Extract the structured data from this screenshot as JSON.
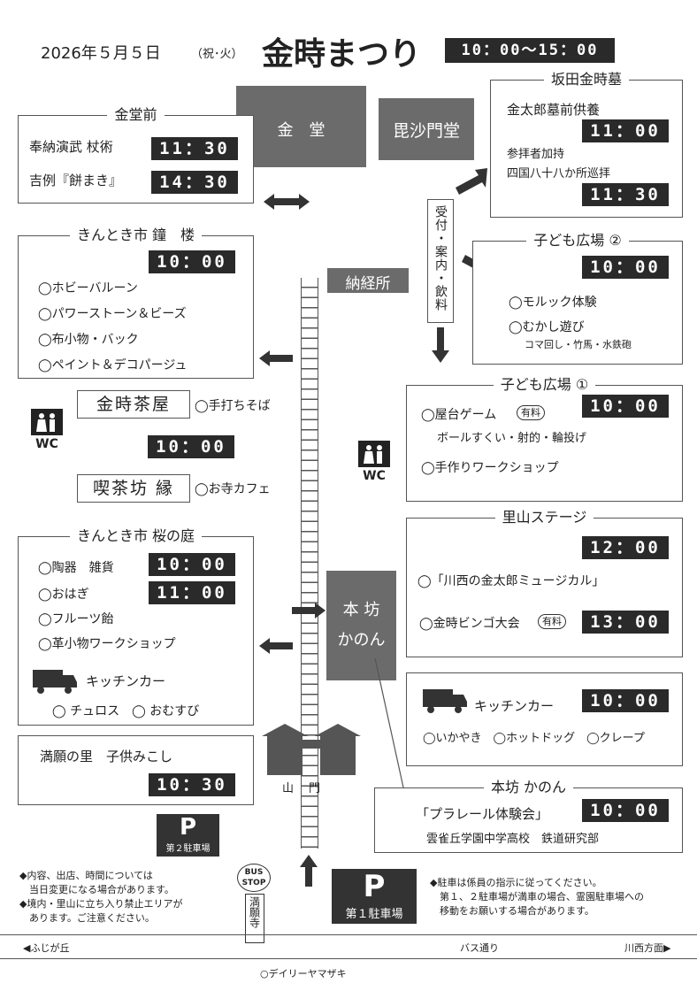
{
  "header": {
    "date": "2026年５月５日",
    "day": "（祝･火）",
    "title": "金時まつり",
    "hours": "10：00〜15：00"
  },
  "buildings": {
    "kondo": "金　堂",
    "bishamon": "毘沙門堂",
    "nokyo": "納経所",
    "honbo_l1": "本 坊",
    "honbo_l2": "かのん",
    "sanmon": "山　門",
    "reception": "受付・案内・飲料"
  },
  "kondomae": {
    "title": "金堂前",
    "rows": [
      {
        "label": "奉納演武 杖術",
        "time": "11：30"
      },
      {
        "label": "吉例『餅まき』",
        "time": "14：30"
      }
    ]
  },
  "shoro": {
    "title": "きんとき市 鐘　楼",
    "time": "10：00",
    "items": [
      "◯ホビーバルーン",
      "◯パワーストーン＆ビーズ",
      "◯布小物・バック",
      "◯ペイント＆デコパージュ"
    ]
  },
  "chaya": {
    "name": "金時茶屋",
    "note": "◯手打ちそば",
    "time": "10：00"
  },
  "kissa": {
    "name": "喫茶坊 縁",
    "note": "◯お寺カフェ"
  },
  "sakura": {
    "title": "きんとき市 桜の庭",
    "rows": [
      {
        "label": "◯陶器　雑貨",
        "time": "10：00"
      },
      {
        "label": "◯おはぎ",
        "time": "11：00"
      }
    ],
    "items": [
      "◯フルーツ飴",
      "◯革小物ワークショップ"
    ],
    "kitchen": "キッチンカー",
    "kitchen_items": "◯ チュロス　◯ おむすび"
  },
  "mikoshi": {
    "title": "満願の里　子供みこし",
    "time": "10：30"
  },
  "sakata": {
    "title": "坂田金時墓",
    "rows": [
      {
        "label": "金太郎墓前供養",
        "time": "11：00"
      }
    ],
    "line1": "参拝者加持",
    "line2": "四国八十八か所巡拝",
    "time2": "11：30"
  },
  "kodomo2": {
    "title": "子ども広場 ②",
    "time": "10：00",
    "items": [
      "◯モルック体験",
      "◯むかし遊び"
    ],
    "sub": "コマ回し・竹馬・水鉄砲"
  },
  "kodomo1": {
    "title": "子ども広場 ①",
    "time": "10：00",
    "item1": "◯屋台ゲーム",
    "badge": "有料",
    "sub": "ボールすくい・射的・輪投げ",
    "item2": "◯手作りワークショップ"
  },
  "satoyama": {
    "title": "里山ステージ",
    "time1": "12：00",
    "item1": "◯「川西の金太郎ミュージカル」",
    "item2": "◯金時ビンゴ大会",
    "badge": "有料",
    "time2": "13：00"
  },
  "kitchen_r": {
    "label": "キッチンカー",
    "time": "10：00",
    "items": "◯いかやき　◯ホットドッグ　◯クレープ"
  },
  "honbo_box": {
    "title": "本坊 かのん",
    "label": "「プラレール体験会」",
    "time": "10：00",
    "sub": "雲雀丘学園中学高校　鉄道研究部"
  },
  "wc_label": "WC",
  "parking": {
    "p": "P",
    "p2": "第２駐車場",
    "p1": "第１駐車場"
  },
  "bus": {
    "top": "BUS",
    "stop": "STOP",
    "name": "満願寺"
  },
  "notes_left": [
    "◆内容、出店、時間については",
    "　当日変更になる場合があります。",
    "◆境内・里山に立ち入り禁止エリアが",
    "　あります。ご注意ください。"
  ],
  "notes_right": [
    "◆駐車は係員の指示に従ってください。",
    "　第１、２駐車場が満車の場合、霊園駐車場への",
    "　移動をお願いする場合があります。"
  ],
  "road": {
    "left": "◀ふじが丘",
    "center": "バス通り",
    "right": "川西方面▶",
    "shop": "○デイリーヤマザキ"
  }
}
